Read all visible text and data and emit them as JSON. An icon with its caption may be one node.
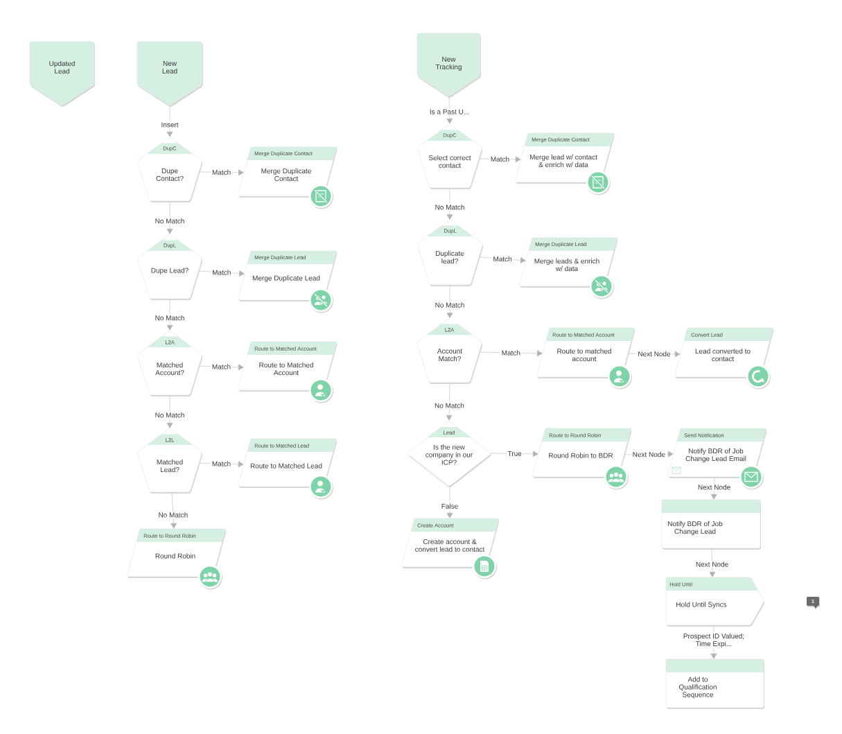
{
  "diagram": {
    "nodes": [
      {
        "text": [
          "Updated Lead"
        ]
      },
      {
        "text": [
          "New Lead"
        ]
      },
      {
        "text": [
          "DupC",
          "Dupe Contact?"
        ]
      },
      {
        "text": [
          "Merge Duplicate Contact",
          "Merge Duplicate Contact"
        ]
      },
      {
        "text": [
          "DupL",
          "Dupe Lead?"
        ]
      },
      {
        "text": [
          "Merge Duplicate Lead",
          "Merge Duplicate Lead"
        ]
      },
      {
        "text": [
          "L2A",
          "Matched Account?"
        ]
      },
      {
        "text": [
          "Route to Matched Account",
          "Route to Matched Account"
        ]
      },
      {
        "text": [
          "L2L",
          "Matched Lead?"
        ]
      },
      {
        "text": [
          "Route to Matched Lead",
          "Route to Matched Lead"
        ]
      },
      {
        "text": [
          "Route to Round Robin",
          "Round Robin"
        ]
      },
      {
        "text": [
          "New Tracking"
        ]
      },
      {
        "text": [
          "DupC",
          "Select correct contact"
        ]
      },
      {
        "text": [
          "Merge Duplicate Contact",
          "Merge lead w/ contact & enrich w/ data"
        ]
      },
      {
        "text": [
          "DupL",
          "Duplicate lead?"
        ]
      },
      {
        "text": [
          "Merge Duplicate Lead",
          "Merge leads & enrich w/ data"
        ]
      },
      {
        "text": [
          "L2A",
          "Account Match?"
        ]
      },
      {
        "text": [
          "Route to Matched Account",
          "Route to matched account"
        ]
      },
      {
        "text": [
          "Convert Lead",
          "Lead converted to contact"
        ]
      },
      {
        "text": [
          "Lead",
          "Is the new company in our ICP?"
        ]
      },
      {
        "text": [
          "Route to Round Robin",
          "Round Robin to BDR"
        ]
      },
      {
        "text": [
          "Send Notification",
          "Notify BDR of Job Change Lead Email"
        ]
      },
      {
        "text": [
          "Notify BDR of Job Change Lead"
        ]
      },
      {
        "text": [
          "Hold Until",
          "Hold Until Syncs"
        ]
      },
      {
        "text": [
          "Add to Qualification Sequence"
        ]
      },
      {
        "text": [
          "Create Account",
          "Create account & convert lead to contact"
        ]
      }
    ],
    "edges": [
      {
        "from": 1,
        "to": 2,
        "arrow": "to",
        "label": "Insert"
      },
      {
        "from": 2,
        "to": 3,
        "arrow": "to",
        "label": "Match"
      },
      {
        "from": 2,
        "to": 4,
        "arrow": "to",
        "label": "No Match"
      },
      {
        "from": 4,
        "to": 5,
        "arrow": "to",
        "label": "Match"
      },
      {
        "from": 4,
        "to": 6,
        "arrow": "to",
        "label": "No Match"
      },
      {
        "from": 6,
        "to": 7,
        "arrow": "to",
        "label": "Match"
      },
      {
        "from": 6,
        "to": 8,
        "arrow": "to",
        "label": "No Match"
      },
      {
        "from": 8,
        "to": 9,
        "arrow": "to",
        "label": "Match"
      },
      {
        "from": 8,
        "to": 10,
        "arrow": "to",
        "label": "No Match"
      },
      {
        "from": 11,
        "to": 12,
        "arrow": "to",
        "label": "Is a Past U..."
      },
      {
        "from": 12,
        "to": 13,
        "arrow": "to",
        "label": "Match"
      },
      {
        "from": 12,
        "to": 14,
        "arrow": "to",
        "label": "No Match"
      },
      {
        "from": 14,
        "to": 15,
        "arrow": "to",
        "label": "Match"
      },
      {
        "from": 14,
        "to": 16,
        "arrow": "to",
        "label": "No Match"
      },
      {
        "from": 16,
        "to": 17,
        "arrow": "to",
        "label": "Match"
      },
      {
        "from": 16,
        "to": 19,
        "arrow": "to",
        "label": "No Match"
      },
      {
        "from": 17,
        "to": 18,
        "arrow": "to",
        "label": "Next Node"
      },
      {
        "from": 19,
        "to": 20,
        "arrow": "to",
        "label": "True"
      },
      {
        "from": 19,
        "to": 25,
        "arrow": "to",
        "label": "False"
      },
      {
        "from": 20,
        "to": 21,
        "arrow": "to",
        "label": "Next Node"
      },
      {
        "from": 21,
        "to": 22,
        "arrow": "to",
        "label": "Next Node"
      },
      {
        "from": 22,
        "to": 23,
        "arrow": "to",
        "label": "Next Node"
      },
      {
        "from": 23,
        "to": 24,
        "arrow": "to",
        "label": "Prospect ID Valued; Time Expi..."
      }
    ],
    "labels": [
      "1"
    ]
  }
}
